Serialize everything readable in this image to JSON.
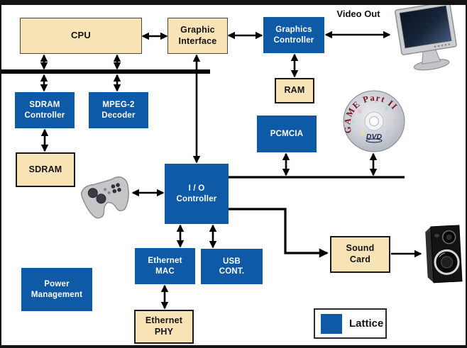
{
  "colors": {
    "blue": "#0E5AA7",
    "tan": "#F7E3B5",
    "wire": "#000000"
  },
  "blocks": {
    "cpu": {
      "label": "CPU"
    },
    "graphic_interface": {
      "label": "Graphic\nInterface"
    },
    "graphics_controller": {
      "label": "Graphics\nController"
    },
    "ram": {
      "label": "RAM"
    },
    "sdram_controller": {
      "label": "SDRAM\nController"
    },
    "mpeg2_decoder": {
      "label": "MPEG-2\nDecoder"
    },
    "sdram": {
      "label": "SDRAM"
    },
    "pcmcia": {
      "label": "PCMCIA"
    },
    "io_controller": {
      "label": "I / O\nController"
    },
    "ethernet_mac": {
      "label": "Ethernet\nMAC"
    },
    "usb_cont": {
      "label": "USB\nCONT."
    },
    "power_management": {
      "label": "Power\nManagement"
    },
    "ethernet_phy": {
      "label": "Ethernet\nPHY"
    },
    "sound_card": {
      "label": "Sound\nCard"
    }
  },
  "labels": {
    "video_out": "Video Out"
  },
  "dvd": {
    "arc_text": "GAME Part II",
    "logo": "DVD"
  },
  "legend": {
    "label": "Lattice"
  }
}
